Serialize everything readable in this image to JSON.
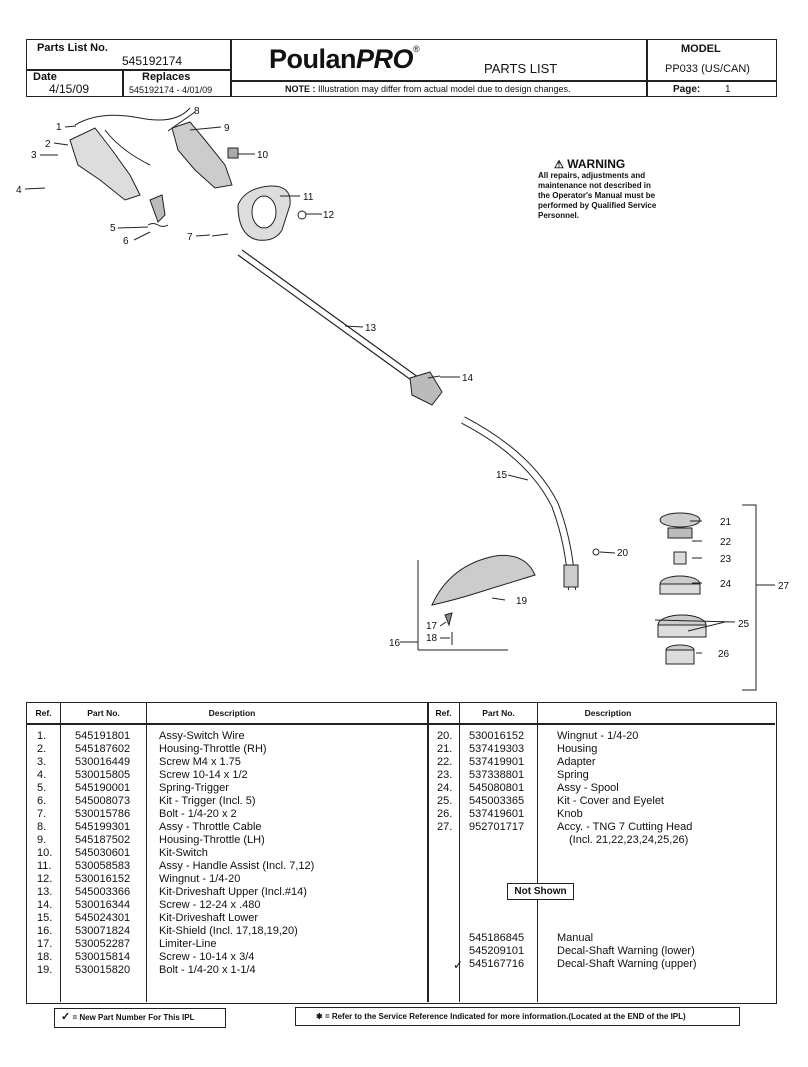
{
  "header": {
    "parts_list_label": "Parts List No.",
    "parts_list_no": "545192174",
    "date_label": "Date",
    "date_value": "4/15/09",
    "replaces_label": "Replaces",
    "replaces_value": "545192174 - 4/01/09",
    "brand_regular": "Poulan",
    "brand_bold": "PRO",
    "brand_reg": "®",
    "doc_type": "PARTS LIST",
    "note_bold": "NOTE :",
    "note_text": "Illustration may differ from actual model due to design changes.",
    "model_label": "MODEL",
    "model_value": "PP033 (US/CAN)",
    "page_label": "Page:",
    "page_value": "1"
  },
  "warning": {
    "title": "WARNING",
    "lines": [
      "All repairs, adjustments and",
      "maintenance not described in",
      "the Operator's Manual must be",
      "performed by Qualified Service",
      "Personnel."
    ]
  },
  "callouts": [
    "1",
    "2",
    "3",
    "4",
    "5",
    "6",
    "7",
    "8",
    "9",
    "10",
    "11",
    "12",
    "13",
    "14",
    "15",
    "16",
    "17",
    "18",
    "19",
    "20",
    "21",
    "22",
    "23",
    "24",
    "25",
    "26",
    "27"
  ],
  "table": {
    "headers": {
      "ref": "Ref.",
      "part_no": "Part No.",
      "description": "Description"
    },
    "left_rows": [
      {
        "ref": "1.",
        "part": "545191801",
        "desc": "Assy-Switch Wire"
      },
      {
        "ref": "2.",
        "part": "545187602",
        "desc": "Housing-Throttle (RH)"
      },
      {
        "ref": "3.",
        "part": "530016449",
        "desc": "Screw M4 x 1.75"
      },
      {
        "ref": "4.",
        "part": "530015805",
        "desc": "Screw 10-14 x 1/2"
      },
      {
        "ref": "5.",
        "part": "545190001",
        "desc": "Spring-Trigger"
      },
      {
        "ref": "6.",
        "part": "545008073",
        "desc": "Kit - Trigger (Incl. 5)"
      },
      {
        "ref": "7.",
        "part": "530015786",
        "desc": "Bolt - 1/4-20 x 2"
      },
      {
        "ref": "8.",
        "part": "545199301",
        "desc": "Assy - Throttle Cable"
      },
      {
        "ref": "9.",
        "part": "545187502",
        "desc": "Housing-Throttle (LH)"
      },
      {
        "ref": "10.",
        "part": "545030601",
        "desc": "Kit-Switch"
      },
      {
        "ref": "11.",
        "part": "530058583",
        "desc": "Assy - Handle Assist (Incl. 7,12)"
      },
      {
        "ref": "12.",
        "part": "530016152",
        "desc": "Wingnut  - 1/4-20"
      },
      {
        "ref": "13.",
        "part": "545003366",
        "desc": "Kit-Driveshaft Upper (Incl.#14)"
      },
      {
        "ref": "14.",
        "part": "530016344",
        "desc": "Screw  - 12-24 x .480"
      },
      {
        "ref": "15.",
        "part": "545024301",
        "desc": "Kit-Driveshaft Lower"
      },
      {
        "ref": "16.",
        "part": "530071824",
        "desc": "Kit-Shield (Incl. 17,18,19,20)"
      },
      {
        "ref": "17.",
        "part": "530052287",
        "desc": "Limiter-Line"
      },
      {
        "ref": "18.",
        "part": "530015814",
        "desc": "Screw - 10-14 x 3/4"
      },
      {
        "ref": "19.",
        "part": "530015820",
        "desc": "Bolt - 1/4-20 x 1-1/4"
      }
    ],
    "right_rows": [
      {
        "ref": "20.",
        "part": "530016152",
        "desc": "Wingnut - 1/4-20"
      },
      {
        "ref": "21.",
        "part": "537419303",
        "desc": "Housing"
      },
      {
        "ref": "22.",
        "part": "537419901",
        "desc": "Adapter"
      },
      {
        "ref": "23.",
        "part": "537338801",
        "desc": "Spring"
      },
      {
        "ref": "24.",
        "part": "545080801",
        "desc": "Assy - Spool"
      },
      {
        "ref": "25.",
        "part": "545003365",
        "desc": "Kit - Cover and Eyelet"
      },
      {
        "ref": "26.",
        "part": "537419601",
        "desc": "Knob"
      },
      {
        "ref": "27.",
        "part": "952701717",
        "desc": "Accy. - TNG 7 Cutting Head"
      }
    ],
    "incl_note": "(Incl. 21,22,23,24,25,26)",
    "not_shown_label": "Not Shown",
    "not_shown_rows": [
      {
        "part": "545186845",
        "desc": "Manual"
      },
      {
        "part": "545209101",
        "desc": "Decal-Shaft Warning (lower)"
      },
      {
        "part": "545167716",
        "desc": "Decal-Shaft Warning (upper)"
      }
    ]
  },
  "legend": {
    "new_part": "= New Part Number For This IPL",
    "service_ref": "= Refer to the Service Reference Indicated for more information.(Located at the END of the IPL)"
  }
}
